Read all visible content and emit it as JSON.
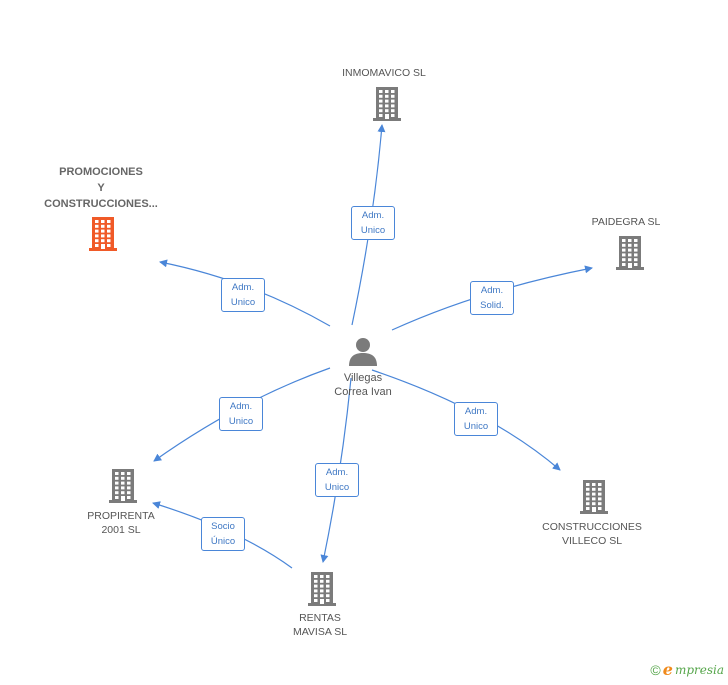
{
  "center": {
    "name": "Villegas\nCorrea Ivan",
    "icon": "person-icon"
  },
  "nodes": [
    {
      "id": "inmomavico",
      "label": "INMOMAVICO SL",
      "icon": "building-icon",
      "color": "#7b7b7b"
    },
    {
      "id": "promociones",
      "label": "PROMOCIONES\nY\nCONSTRUCCIONES...",
      "icon": "building-icon",
      "color": "#f05a28"
    },
    {
      "id": "paidegra",
      "label": "PAIDEGRA SL",
      "icon": "building-icon",
      "color": "#7b7b7b"
    },
    {
      "id": "propirenta",
      "label": "PROPIRENTA\n2001 SL",
      "icon": "building-icon",
      "color": "#7b7b7b"
    },
    {
      "id": "villeco",
      "label": "CONSTRUCCIONES\nVILLECO  SL",
      "icon": "building-icon",
      "color": "#7b7b7b"
    },
    {
      "id": "rentas",
      "label": "RENTAS\nMAVISA SL",
      "icon": "building-icon",
      "color": "#7b7b7b"
    }
  ],
  "edges": [
    {
      "label": "Adm.\nUnico",
      "to": "inmomavico"
    },
    {
      "label": "Adm.\nUnico",
      "to": "promociones"
    },
    {
      "label": "Adm.\nSolid.",
      "to": "paidegra"
    },
    {
      "label": "Adm.\nUnico",
      "to": "propirenta"
    },
    {
      "label": "Adm.\nUnico",
      "to": "villeco"
    },
    {
      "label": "Adm.\nUnico",
      "to": "rentas"
    },
    {
      "label": "Socio\nÚnico",
      "from": "rentas",
      "to": "propirenta"
    }
  ],
  "colors": {
    "edge": "#4a86d8",
    "node": "#7b7b7b",
    "highlight": "#f05a28"
  },
  "footer": {
    "copyright": "©",
    "brand_initial": "e",
    "brand_rest": "mpresia"
  }
}
